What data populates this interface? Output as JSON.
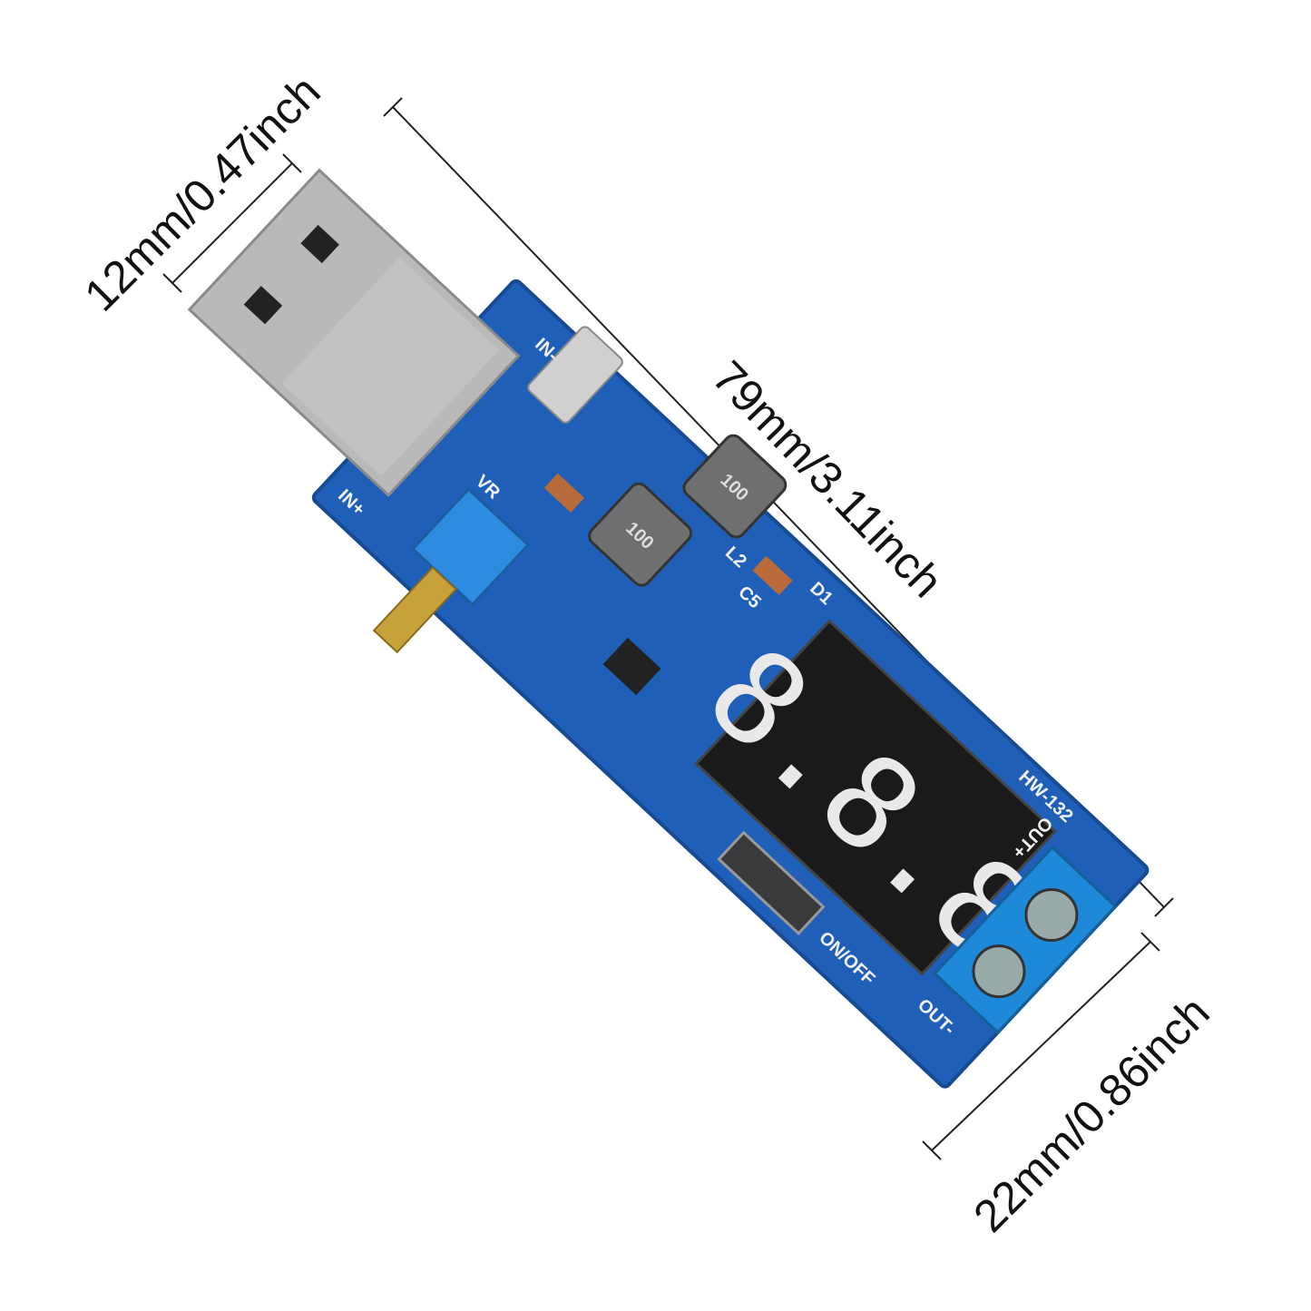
{
  "dimensions": {
    "width_usb": "12mm/0.47inch",
    "length": "79mm/3.11inch",
    "width_board": "22mm/0.86inch"
  },
  "board": {
    "model": "HW-132",
    "labels": {
      "in_minus": "IN-",
      "in_plus": "IN+",
      "switch": "ON/OFF",
      "out_minus": "OUT-",
      "out_plus": "OUT+",
      "c5": "C5",
      "l2": "L2",
      "d1": "D1",
      "inductor_1": "100",
      "inductor_2": "100",
      "pot": "VR"
    },
    "display": "8.8.8"
  },
  "colors": {
    "pcb": "#1f5fb8",
    "pcb_dark": "#164a93",
    "usb_metal": "#b9b9b9",
    "display": "#1a1a1a",
    "segment": "#e9e9e9",
    "terminal": "#1e88d9",
    "brass": "#c9a13a"
  }
}
